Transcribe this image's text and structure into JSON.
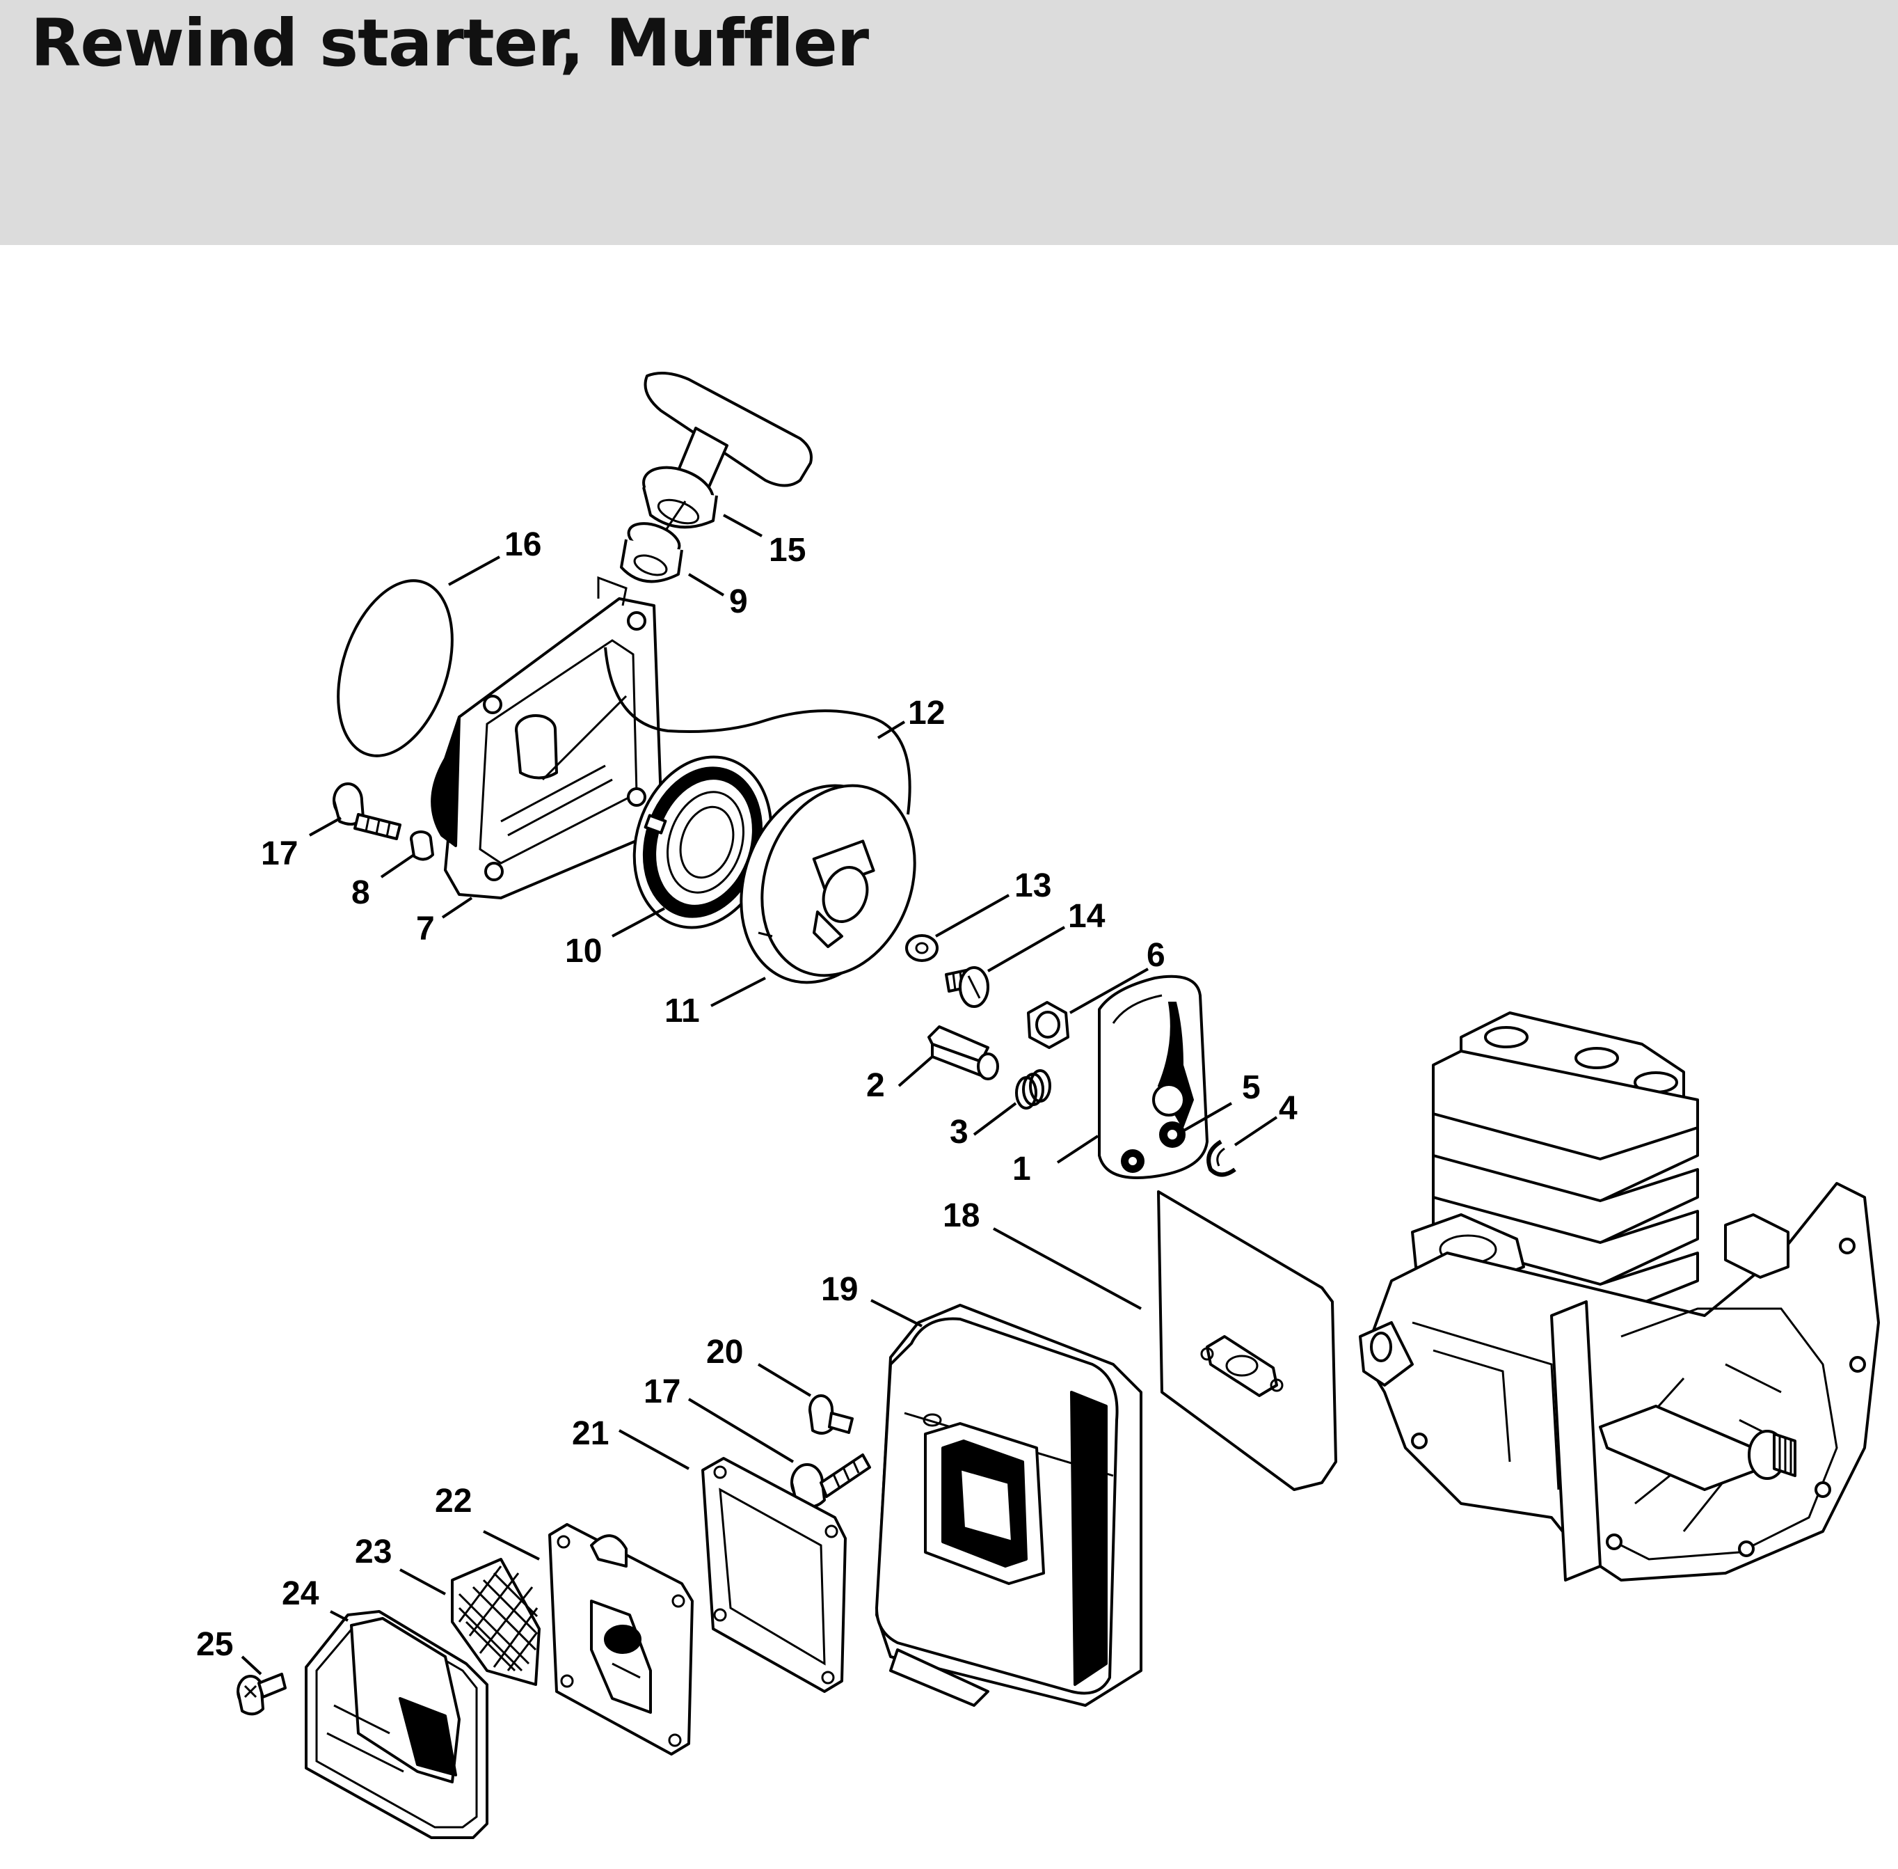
{
  "header": {
    "title": "Rewind starter, Muffler",
    "background_color": "#dcdcdc"
  },
  "callouts": {
    "c1": "1",
    "c2": "2",
    "c3": "3",
    "c4": "4",
    "c5": "5",
    "c6": "6",
    "c7": "7",
    "c8": "8",
    "c9": "9",
    "c10": "10",
    "c11": "11",
    "c12": "12",
    "c13": "13",
    "c14": "14",
    "c15": "15",
    "c16": "16",
    "c17a": "17",
    "c17b": "17",
    "c18": "18",
    "c19": "19",
    "c20": "20",
    "c21": "21",
    "c22": "22",
    "c23": "23",
    "c24": "24",
    "c25": "25"
  }
}
